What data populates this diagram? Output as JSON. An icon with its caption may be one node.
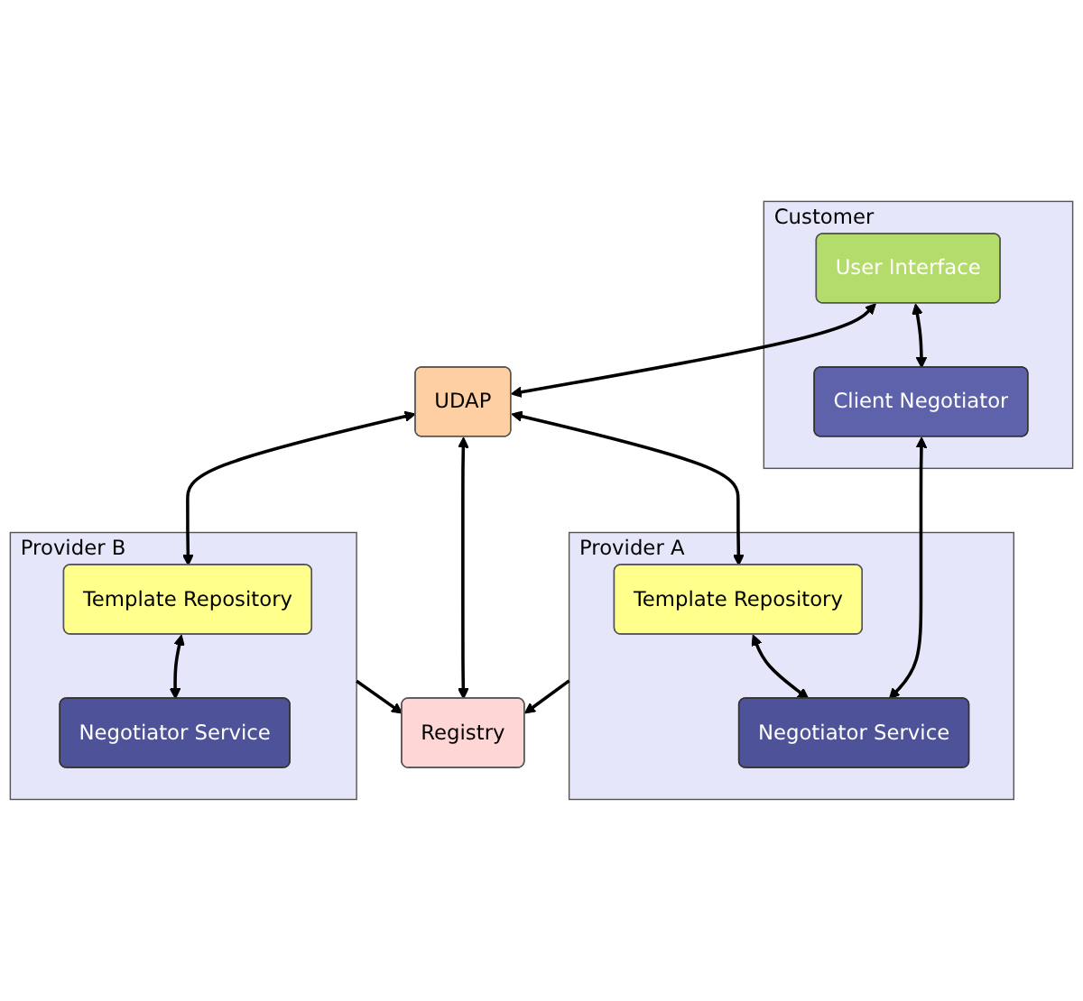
{
  "diagram": {
    "nodes": [
      {
        "text": [
          "Registry"
        ]
      },
      {
        "text": [
          "Customer"
        ]
      },
      {
        "text": [
          "User Interface"
        ],
        "in": 1
      },
      {
        "text": [
          "Client Negotiator"
        ],
        "in": 1
      },
      {
        "text": [
          "UDAP"
        ]
      },
      {
        "text": [
          "Provider A"
        ]
      },
      {
        "text": [
          "Template Repository"
        ],
        "in": 5
      },
      {
        "text": [
          "Negotiator Service"
        ],
        "in": 5
      },
      {
        "text": [
          "Provider B"
        ]
      },
      {
        "text": [
          "Template Repository"
        ],
        "in": 8
      },
      {
        "text": [
          "Negotiator Service"
        ],
        "in": 8
      }
    ],
    "edges": [
      {
        "from": 4,
        "to": 0,
        "arrow": "both"
      },
      {
        "from": 2,
        "to": 4,
        "arrow": "both"
      },
      {
        "from": 4,
        "to": 6,
        "arrow": "both"
      },
      {
        "from": 2,
        "to": 3,
        "arrow": "both"
      },
      {
        "from": 6,
        "to": 7,
        "arrow": "both"
      },
      {
        "from": 3,
        "to": 7,
        "arrow": "both"
      },
      {
        "from": 4,
        "to": 9,
        "arrow": "both"
      },
      {
        "from": 9,
        "to": 10,
        "arrow": "both"
      },
      {
        "from": 5,
        "to": 0,
        "arrow": "to"
      },
      {
        "from": 8,
        "to": 0,
        "arrow": "to"
      }
    ]
  }
}
